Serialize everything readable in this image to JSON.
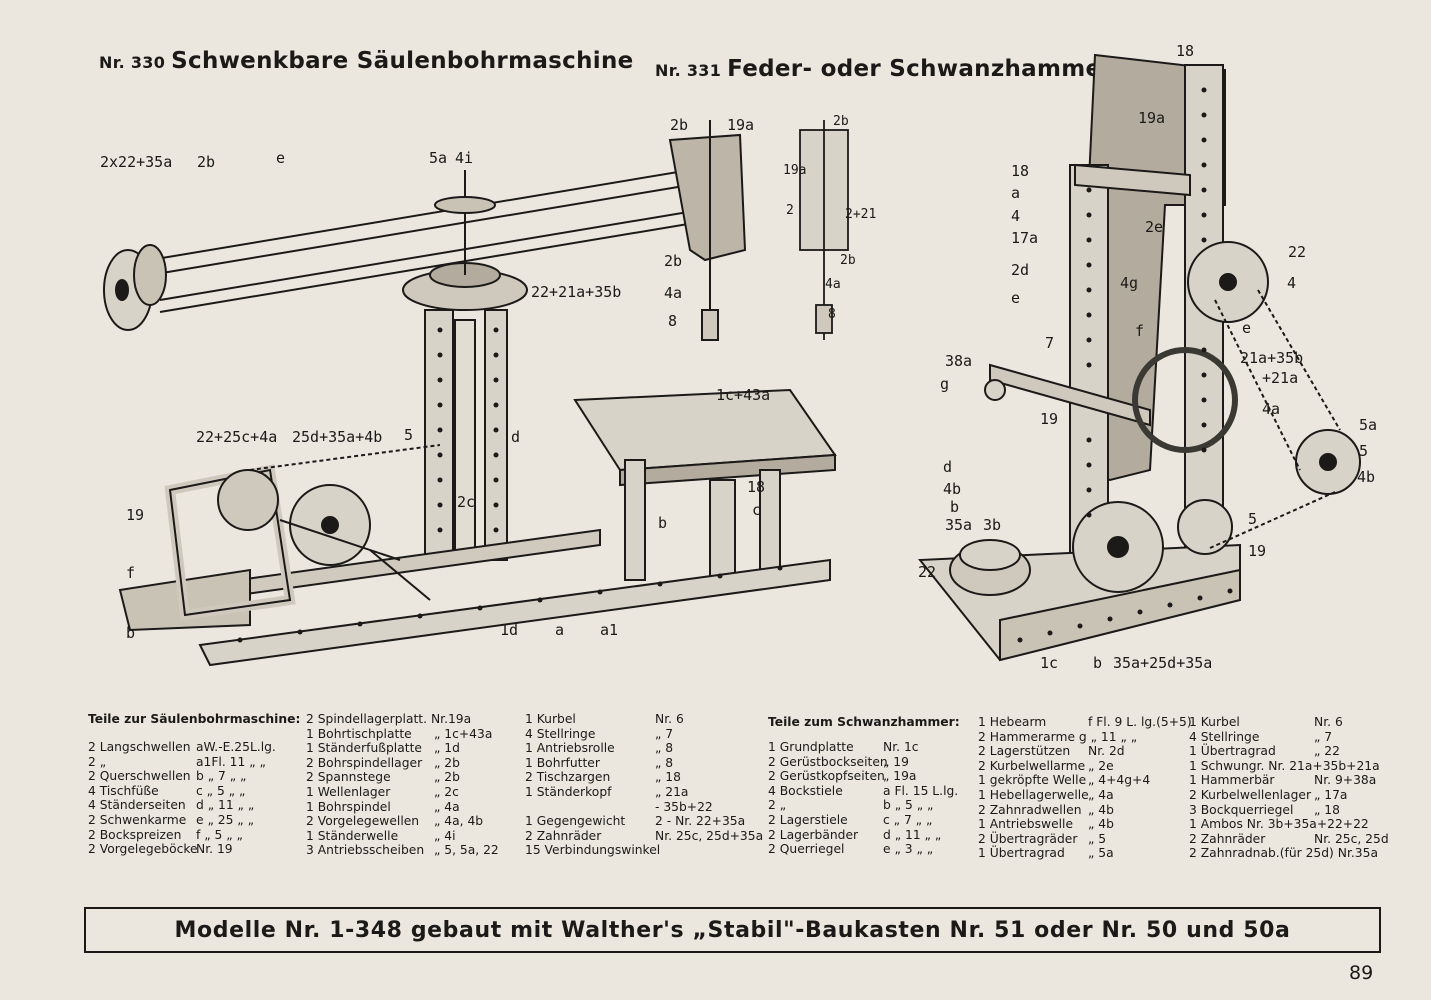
{
  "model330": {
    "nr": "Nr. 330",
    "title": "Schwenkbare Säulenbohrmaschine",
    "labels": [
      "2x22+35a",
      "2b",
      "e",
      "5a",
      "4i",
      "2b",
      "19a",
      "2b",
      "4a",
      "8",
      "22+21a+35b",
      "22+25c+4a",
      "25d+35a+4b",
      "5",
      "d",
      "2c",
      "1c+43a",
      "18",
      "c",
      "b",
      "19",
      "f",
      "b",
      "1d",
      "a",
      "a1"
    ]
  },
  "model331": {
    "nr": "Nr. 331",
    "title": "Feder- oder Schwanzhammer",
    "labels": [
      "2b",
      "19a",
      "2",
      "2+21",
      "2b",
      "4a",
      "8",
      "18",
      "19a",
      "18",
      "a",
      "4",
      "17a",
      "2e",
      "22",
      "4",
      "2d",
      "e",
      "4g",
      "f",
      "e",
      "7",
      "38a",
      "g",
      "21a+35b",
      "+21a",
      "4a",
      "19",
      "5a",
      "5",
      "4b",
      "d",
      "4b",
      "b",
      "35a",
      "3b",
      "5",
      "19",
      "22",
      "1c",
      "b",
      "35a+25d+35a"
    ]
  },
  "parts330": {
    "header": "Teile zur Säulenbohrmaschine:",
    "col1": [
      [
        "2 Langschwellen",
        "aW.-E.25L.lg."
      ],
      [
        "2       „",
        "a1Fl. 11 „ „"
      ],
      [
        "2 Querschwellen",
        "b   „  7 „ „"
      ],
      [
        "4 Tischfüße",
        "c   „  5 „ „"
      ],
      [
        "4 Ständerseiten",
        "d   „ 11 „ „"
      ],
      [
        "2 Schwenkarme",
        "e   „ 25 „ „"
      ],
      [
        "2 Bockspreizen",
        "f   „  5 „ „"
      ],
      [
        "2 Vorgelegeböcke",
        "Nr. 19"
      ]
    ],
    "col2": [
      [
        "2 Spindellagerplatt. Nr.19a",
        ""
      ],
      [
        "1 Bohrtischplatte",
        "„ 1c+43a"
      ],
      [
        "1 Ständerfußplatte",
        "„ 1d"
      ],
      [
        "2 Bohrspindellager",
        "„ 2b"
      ],
      [
        "2 Spannstege",
        "„ 2b"
      ],
      [
        "1 Wellenlager",
        "„ 2c"
      ],
      [
        "1 Bohrspindel",
        "„ 4a"
      ],
      [
        "2 Vorgelegewellen",
        "„ 4a, 4b"
      ],
      [
        "1 Ständerwelle",
        "„ 4i"
      ],
      [
        "3 Antriebsscheiben",
        "„ 5, 5a, 22"
      ]
    ],
    "col3": [
      [
        "1 Kurbel",
        "Nr. 6"
      ],
      [
        "4 Stellringe",
        "„   7"
      ],
      [
        "1 Antriebsrolle",
        "„   8"
      ],
      [
        "1 Bohrfutter",
        "„   8"
      ],
      [
        "2 Tischzargen",
        "„  18"
      ],
      [
        "1 Ständerkopf",
        "„  21a"
      ],
      [
        "",
        "- 35b+22"
      ],
      [
        "1 Gegengewicht",
        "2 - Nr. 22+35a"
      ],
      [
        "2 Zahnräder",
        "Nr. 25c, 25d+35a"
      ],
      [
        "15 Verbindungswinkel",
        ""
      ]
    ]
  },
  "parts331": {
    "header": "Teile zum Schwanzhammer:",
    "col1": [
      [
        "1 Grundplatte",
        "Nr. 1c"
      ],
      [
        "2 Gerüstbockseiten",
        "„  19"
      ],
      [
        "2 Gerüstkopfseiten",
        "„  19a"
      ],
      [
        "4 Bockstiele",
        "a Fl. 15 L.lg."
      ],
      [
        "2       „",
        "b  „  5 „ „"
      ],
      [
        "2 Lagerstiele",
        "c  „  7 „ „"
      ],
      [
        "2 Lagerbänder",
        "d  „ 11 „ „"
      ],
      [
        "2 Querriegel",
        "e  „  3 „ „"
      ]
    ],
    "col2": [
      [
        "1 Hebearm",
        "f Fl. 9 L. lg.(5+5)"
      ],
      [
        "2 Hammerarme g „ 11 „ „",
        ""
      ],
      [
        "2 Lagerstützen",
        "Nr. 2d"
      ],
      [
        "2 Kurbelwellarme",
        "„  2e"
      ],
      [
        "1 gekröpfte Welle",
        "„ 4+4g+4"
      ],
      [
        "1 Hebellagerwelle",
        "„  4a"
      ],
      [
        "2 Zahnradwellen",
        "„  4b"
      ],
      [
        "1 Antriebswelle",
        "„  4b"
      ],
      [
        "2 Übertragräder",
        "„  5"
      ],
      [
        "1 Übertragrad",
        "„  5a"
      ]
    ],
    "col3": [
      [
        "1 Kurbel",
        "Nr. 6"
      ],
      [
        "4 Stellringe",
        "„  7"
      ],
      [
        "1 Übertragrad",
        "„  22"
      ],
      [
        "1 Schwungr. Nr. 21a+35b+21a",
        ""
      ],
      [
        "1 Hammerbär",
        "Nr. 9+38a"
      ],
      [
        "2 Kurbelwellenlager",
        "„ 17a"
      ],
      [
        "3 Bockquerriegel",
        "„  18"
      ],
      [
        "1 Ambos  Nr. 3b+35a+22+22",
        ""
      ],
      [
        "2 Zahnräder",
        "Nr. 25c, 25d"
      ],
      [
        "2 Zahnradnab.(für 25d) Nr.35a",
        ""
      ]
    ]
  },
  "footer": "Modelle Nr. 1-348 gebaut mit Walther's „Stabil\"-Baukasten Nr. 51 oder Nr. 50 und 50a",
  "page_number": "89"
}
